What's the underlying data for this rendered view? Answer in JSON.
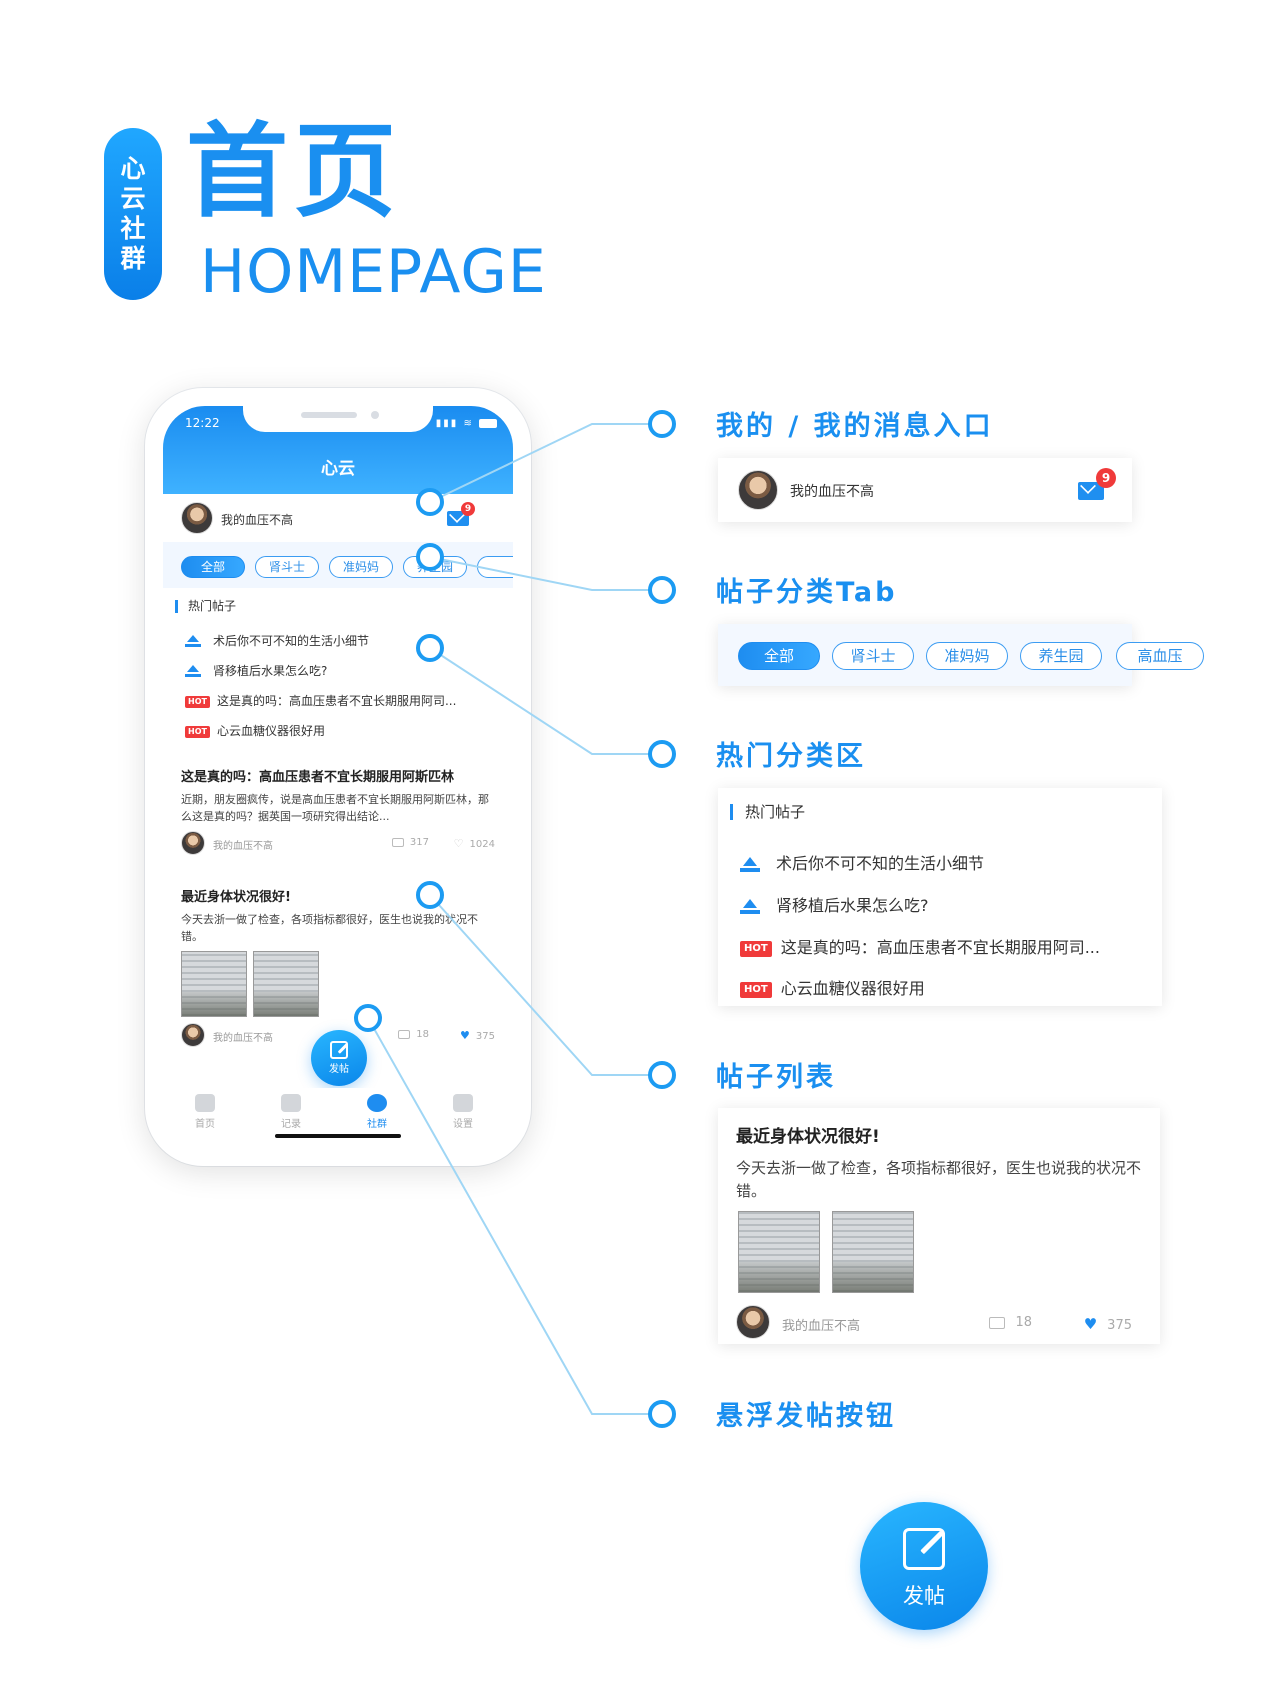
{
  "header": {
    "brand_lines": [
      "心",
      "云",
      "社",
      "群"
    ],
    "title_cn": "首页",
    "title_en": "HOMEPAGE"
  },
  "phone": {
    "status_time": "12:22",
    "app_title": "心云",
    "user": {
      "name": "我的血压不高",
      "message_count": "9"
    },
    "tabs": [
      "全部",
      "肾斗士",
      "准妈妈",
      "养生园"
    ],
    "hot": {
      "title": "热门帖子",
      "items": [
        {
          "badge": "top",
          "text": "术后你不可不知的生活小细节"
        },
        {
          "badge": "top",
          "text": "肾移植后水果怎么吃?"
        },
        {
          "badge": "HOT",
          "text": "这是真的吗：高血压患者不宜长期服用阿司..."
        },
        {
          "badge": "HOT",
          "text": "心云血糖仪器很好用"
        }
      ]
    },
    "posts": [
      {
        "title": "这是真的吗：高血压患者不宜长期服用阿斯匹林",
        "body": "近期，朋友圈疯传，说是高血压患者不宜长期服用阿斯匹林，那么这是真的吗？据英国一项研究得出结论...",
        "author": "我的血压不高",
        "comments": "317",
        "likes": "1024"
      },
      {
        "title": "最近身体状况很好!",
        "body": "今天去浙一做了检查，各项指标都很好，医生也说我的状况不错。",
        "author": "我的血压不高",
        "comments": "18",
        "likes": "375"
      }
    ],
    "fab_label": "发帖",
    "tabbar": [
      "首页",
      "记录",
      "社群",
      "设置"
    ]
  },
  "annotations": {
    "user_entry_title": "我的 / 我的消息入口",
    "tabs_title": "帖子分类Tab",
    "hot_title": "热门分类区",
    "post_list_title": "帖子列表",
    "fab_title": "悬浮发帖按钮"
  },
  "detail": {
    "user": {
      "name": "我的血压不高",
      "message_count": "9"
    },
    "tabs": [
      "全部",
      "肾斗士",
      "准妈妈",
      "养生园",
      "高血压"
    ],
    "hot": {
      "title": "热门帖子",
      "items": [
        {
          "badge": "top",
          "text": "术后你不可不知的生活小细节"
        },
        {
          "badge": "top",
          "text": "肾移植后水果怎么吃?"
        },
        {
          "badge": "HOT",
          "text": "这是真的吗：高血压患者不宜长期服用阿司..."
        },
        {
          "badge": "HOT",
          "text": "心云血糖仪器很好用"
        }
      ]
    },
    "post": {
      "title": "最近身体状况很好!",
      "body": "今天去浙一做了检查，各项指标都很好，医生也说我的状况不错。",
      "author": "我的血压不高",
      "comments": "18",
      "likes": "375"
    },
    "fab_label": "发帖"
  },
  "colors": {
    "accent": "#1a8ff0",
    "hot_badge": "#f03a3a",
    "line": "#9fd6f5"
  }
}
